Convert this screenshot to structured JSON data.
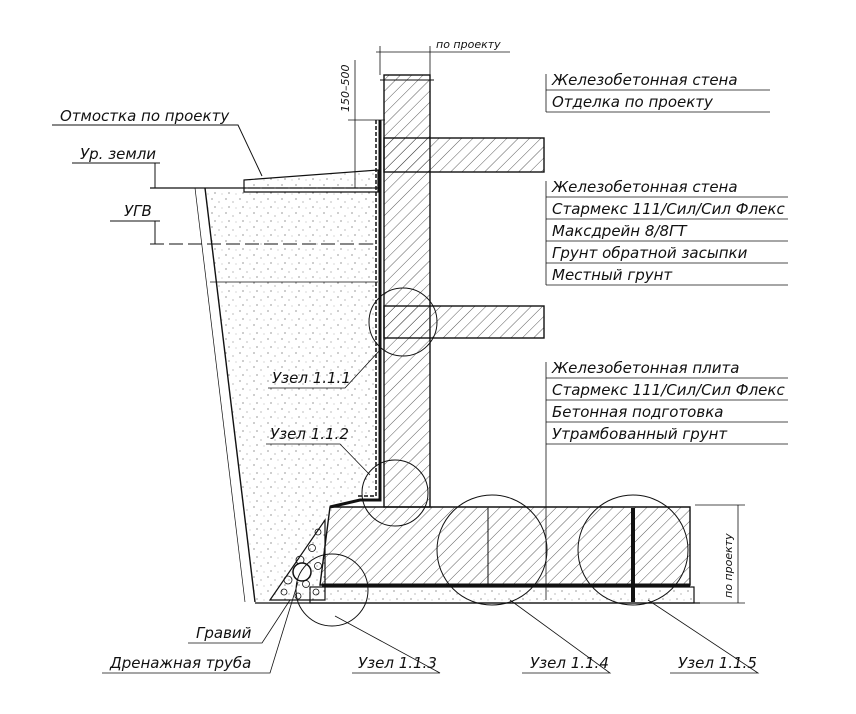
{
  "top_dimension": "по проекту",
  "vertical_dimension": "150–500",
  "right_dimension": "по проекту",
  "left_labels": {
    "otmostka": "Отмостка по проекту",
    "ground_level": "Ур. земли",
    "groundwater_level": "УГВ",
    "gravel": "Гравий",
    "drain_pipe": "Дренажная труба"
  },
  "wall_top_stack": [
    "Железобетонная стена",
    "Отделка по проекту"
  ],
  "wall_stack": [
    "Железобетонная стена",
    "Стармекс 111/Сил/Сил Флекс",
    "Максдрейн 8/8ГТ",
    "Грунт обратной засыпки",
    "Местный грунт"
  ],
  "slab_stack": [
    "Железобетонная плита",
    "Стармекс 111/Сил/Сил Флекс",
    "Бетонная подготовка",
    "Утрамбованный грунт"
  ],
  "nodes": {
    "n111": "Узел 1.1.1",
    "n112": "Узел 1.1.2",
    "n113": "Узел 1.1.3",
    "n114": "Узел 1.1.4",
    "n115": "Узел 1.1.5"
  },
  "colors": {
    "line": "#111111",
    "background": "#ffffff"
  }
}
